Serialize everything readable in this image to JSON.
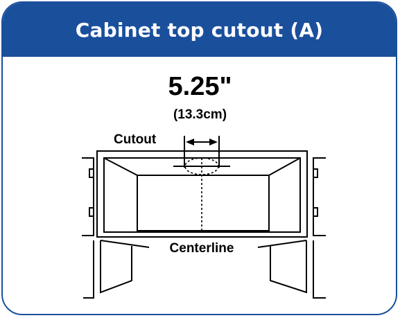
{
  "header": {
    "title": "Cabinet top cutout (A)"
  },
  "dimension": {
    "inches": "5.25\"",
    "cm": "(13.3cm)"
  },
  "labels": {
    "cutout": "Cutout",
    "centerline": "Centerline"
  },
  "colors": {
    "accent": "#1a4f9c",
    "background": "#ffffff",
    "line": "#000000"
  }
}
